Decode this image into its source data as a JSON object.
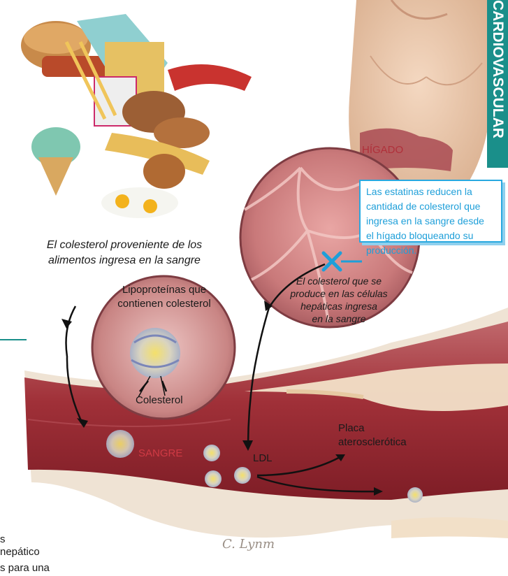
{
  "side_tab": {
    "label": "CARDIOVASCULAR",
    "color": "#1a8f8a"
  },
  "labels": {
    "food_caption_line1": "El colesterol proveniente de los",
    "food_caption_line2": "alimentos ingresa en la sangre",
    "liver": "HÍGADO",
    "lipoprotein_line1": "Lipoproteínas que",
    "lipoprotein_line2": "contienen colesterol",
    "cholesterol": "Colesterol",
    "liver_caption_line1": "El colesterol que se",
    "liver_caption_line2": "produce en las células",
    "liver_caption_line3": "hepáticas ingresa",
    "liver_caption_line4": "en la sangre",
    "blood": "SANGRE",
    "ldl": "LDL",
    "plaque_line1": "Placa",
    "plaque_line2": "aterosclerótica",
    "signature": "C. Lynm"
  },
  "statin_box": {
    "line1": "Las estatinas reducen la",
    "line2": "cantidad de colesterol que",
    "line3": "ingresa en la sangre desde",
    "line4": "el hígado bloqueando su",
    "line5": "producción."
  },
  "edge_text": {
    "line1": "s",
    "line2": "nepático",
    "line3": "s para una"
  },
  "colors": {
    "accent_blue": "#1e9fd9",
    "liver_label": "#b0303a",
    "blood_label": "#cf3a44",
    "teal": "#1a8f8a"
  }
}
